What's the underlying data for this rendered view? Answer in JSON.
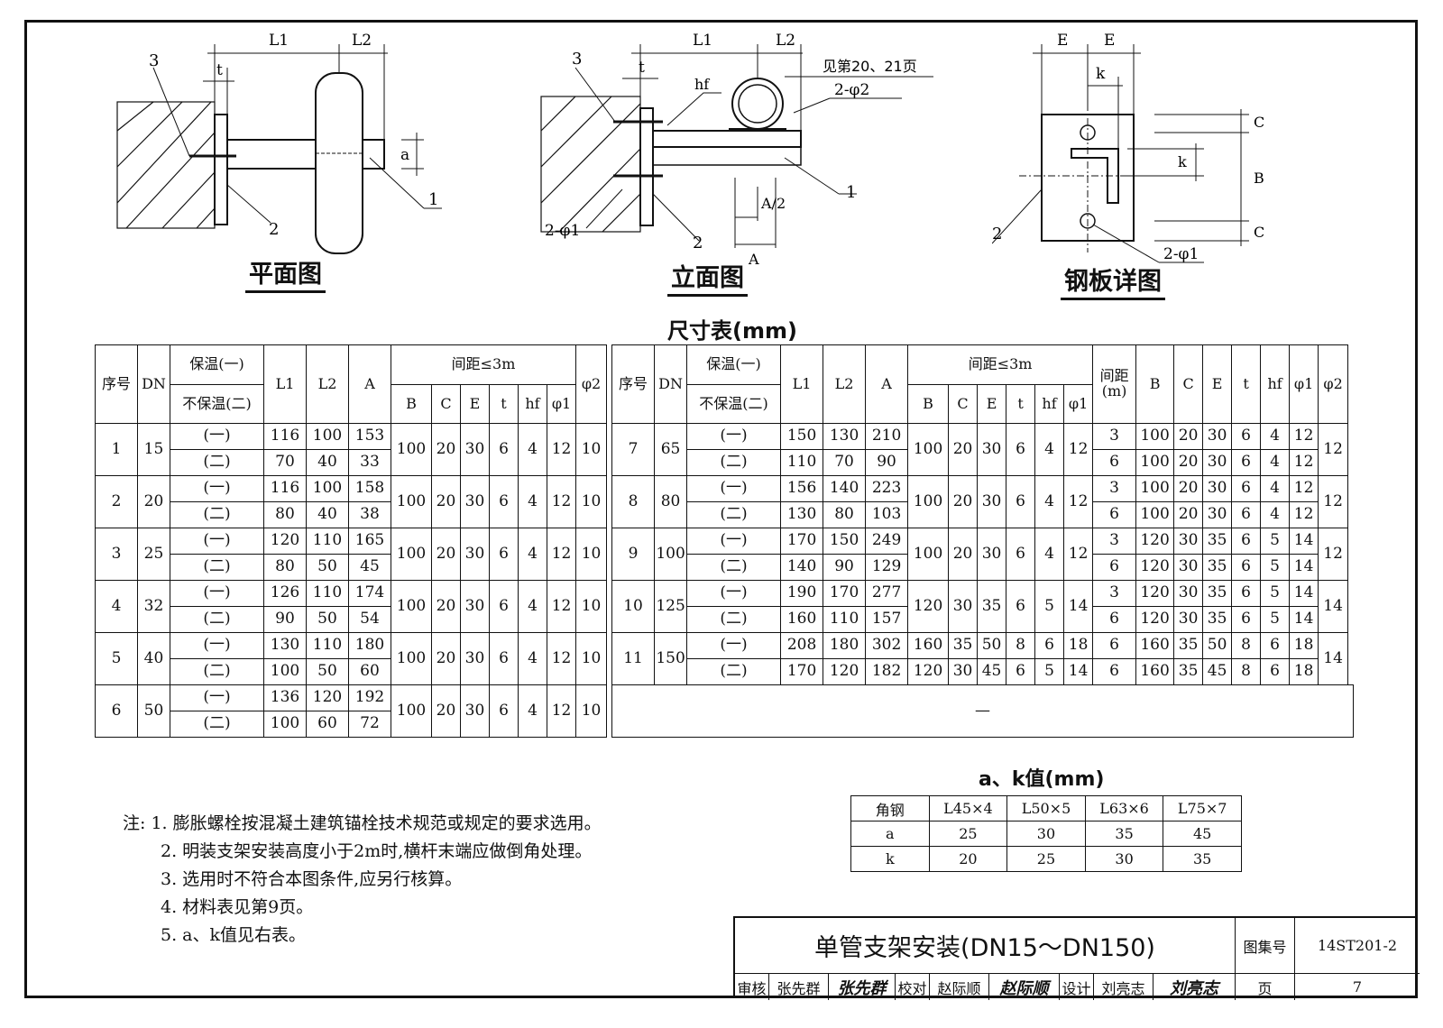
{
  "drawings": {
    "plan": {
      "title": "平面图",
      "labels": {
        "l1": "L1",
        "l2": "L2",
        "t": "t",
        "a": "a",
        "n1": "1",
        "n2": "2",
        "n3": "3"
      }
    },
    "elevation": {
      "title": "立面图",
      "labels": {
        "l1": "L1",
        "l2": "L2",
        "t": "t",
        "hf": "hf",
        "see_page": "见第20、21页",
        "phi2": "2-φ2",
        "phi1": "2-φ1",
        "a_half": "A/2",
        "a": "A",
        "n1": "1",
        "n2": "2",
        "n3": "3"
      }
    },
    "plate": {
      "title": "钢板详图",
      "labels": {
        "e1": "E",
        "e2": "E",
        "k_top": "k",
        "c1": "C",
        "b": "B",
        "c2": "C",
        "k_side": "k",
        "n2": "2",
        "phi1": "2-φ1"
      }
    }
  },
  "dim_table": {
    "title": "尺寸表(mm)",
    "headers": {
      "seq": "序号",
      "dn": "DN",
      "insul_top": "保温(一)",
      "insul_bottom": "不保温(二)",
      "l1": "L1",
      "l2": "L2",
      "a": "A",
      "spacing": "间距≤3m",
      "b": "B",
      "c": "C",
      "e": "E",
      "t": "t",
      "hf": "hf",
      "phi1": "φ1",
      "phi2": "φ2",
      "spacing_m": "间距(m)"
    },
    "left_rows": [
      {
        "no": "1",
        "dn": "15",
        "sub": [
          [
            "(一)",
            "116",
            "100",
            "153"
          ],
          [
            "(二)",
            "70",
            "40",
            "33"
          ]
        ],
        "b": "100",
        "c": "20",
        "e": "30",
        "t": "6",
        "hf": "4",
        "phi1": "12",
        "phi2": "10"
      },
      {
        "no": "2",
        "dn": "20",
        "sub": [
          [
            "(一)",
            "116",
            "100",
            "158"
          ],
          [
            "(二)",
            "80",
            "40",
            "38"
          ]
        ],
        "b": "100",
        "c": "20",
        "e": "30",
        "t": "6",
        "hf": "4",
        "phi1": "12",
        "phi2": "10"
      },
      {
        "no": "3",
        "dn": "25",
        "sub": [
          [
            "(一)",
            "120",
            "110",
            "165"
          ],
          [
            "(二)",
            "80",
            "50",
            "45"
          ]
        ],
        "b": "100",
        "c": "20",
        "e": "30",
        "t": "6",
        "hf": "4",
        "phi1": "12",
        "phi2": "10"
      },
      {
        "no": "4",
        "dn": "32",
        "sub": [
          [
            "(一)",
            "126",
            "110",
            "174"
          ],
          [
            "(二)",
            "90",
            "50",
            "54"
          ]
        ],
        "b": "100",
        "c": "20",
        "e": "30",
        "t": "6",
        "hf": "4",
        "phi1": "12",
        "phi2": "10"
      },
      {
        "no": "5",
        "dn": "40",
        "sub": [
          [
            "(一)",
            "130",
            "110",
            "180"
          ],
          [
            "(二)",
            "100",
            "50",
            "60"
          ]
        ],
        "b": "100",
        "c": "20",
        "e": "30",
        "t": "6",
        "hf": "4",
        "phi1": "12",
        "phi2": "10"
      },
      {
        "no": "6",
        "dn": "50",
        "sub": [
          [
            "(一)",
            "136",
            "120",
            "192"
          ],
          [
            "(二)",
            "100",
            "60",
            "72"
          ]
        ],
        "b": "100",
        "c": "20",
        "e": "30",
        "t": "6",
        "hf": "4",
        "phi1": "12",
        "phi2": "10"
      }
    ],
    "right_rows": [
      {
        "no": "7",
        "dn": "65",
        "sub": [
          [
            "(一)",
            "150",
            "130",
            "210",
            "3",
            "100",
            "20",
            "30",
            "6",
            "4",
            "12"
          ],
          [
            "(二)",
            "110",
            "70",
            "90",
            "6",
            "100",
            "20",
            "30",
            "6",
            "4",
            "12"
          ]
        ],
        "b": "100",
        "c": "20",
        "e": "30",
        "t": "6",
        "hf": "4",
        "phi1": "12",
        "phi2": "12"
      },
      {
        "no": "8",
        "dn": "80",
        "sub": [
          [
            "(一)",
            "156",
            "140",
            "223",
            "3",
            "100",
            "20",
            "30",
            "6",
            "4",
            "12"
          ],
          [
            "(二)",
            "130",
            "80",
            "103",
            "6",
            "100",
            "20",
            "30",
            "6",
            "4",
            "12"
          ]
        ],
        "b": "100",
        "c": "20",
        "e": "30",
        "t": "6",
        "hf": "4",
        "phi1": "12",
        "phi2": "12"
      },
      {
        "no": "9",
        "dn": "100",
        "sub": [
          [
            "(一)",
            "170",
            "150",
            "249",
            "3",
            "120",
            "30",
            "35",
            "6",
            "5",
            "14"
          ],
          [
            "(二)",
            "140",
            "90",
            "129",
            "6",
            "120",
            "30",
            "35",
            "6",
            "5",
            "14"
          ]
        ],
        "b": "100",
        "c": "20",
        "e": "30",
        "t": "6",
        "hf": "4",
        "phi1": "12",
        "phi2": "12"
      },
      {
        "no": "10",
        "dn": "125",
        "sub": [
          [
            "(一)",
            "190",
            "170",
            "277",
            "3",
            "120",
            "30",
            "35",
            "6",
            "5",
            "14"
          ],
          [
            "(二)",
            "160",
            "110",
            "157",
            "6",
            "120",
            "30",
            "35",
            "6",
            "5",
            "14"
          ]
        ],
        "b": "120",
        "c": "30",
        "e": "35",
        "t": "6",
        "hf": "5",
        "phi1": "14",
        "phi2": "14"
      },
      {
        "no": "11",
        "dn": "150",
        "sub": [
          [
            "(一)",
            "208",
            "180",
            "302",
            "6",
            "160",
            "35",
            "50",
            "8",
            "6",
            "18"
          ],
          [
            "(二)",
            "170",
            "120",
            "182",
            "6",
            "160",
            "35",
            "45",
            "8",
            "6",
            "18"
          ]
        ],
        "b2": [
          [
            "160",
            "35",
            "50",
            "8",
            "6",
            "18"
          ],
          [
            "120",
            "30",
            "45",
            "6",
            "5",
            "14"
          ]
        ],
        "phi2": "14"
      }
    ],
    "empty_mark": "—"
  },
  "ak_table": {
    "title": "a、k值(mm)",
    "header": [
      "角钢",
      "L45×4",
      "L50×5",
      "L63×6",
      "L75×7"
    ],
    "rows": [
      [
        "a",
        "25",
        "30",
        "35",
        "45"
      ],
      [
        "k",
        "20",
        "25",
        "30",
        "35"
      ]
    ]
  },
  "notes": {
    "lead": "注:",
    "items": [
      "1. 膨胀螺栓按混凝土建筑锚栓技术规范或规定的要求选用。",
      "2. 明装支架安装高度小于2m时,横杆末端应做倒角处理。",
      "3. 选用时不符合本图条件,应另行核算。",
      "4. 材料表见第9页。",
      "5. a、k值见右表。"
    ]
  },
  "title_block": {
    "title": "单管支架安装(DN15～DN150)",
    "atlas_label": "图集号",
    "atlas_no": "14ST201-2",
    "review_label": "审核",
    "reviewer": "张先群",
    "reviewer_sig": "张先群",
    "check_label": "校对",
    "checker": "赵际顺",
    "checker_sig": "赵际顺",
    "design_label": "设计",
    "designer": "刘亮志",
    "designer_sig": "刘亮志",
    "page_label": "页",
    "page_no": "7"
  }
}
